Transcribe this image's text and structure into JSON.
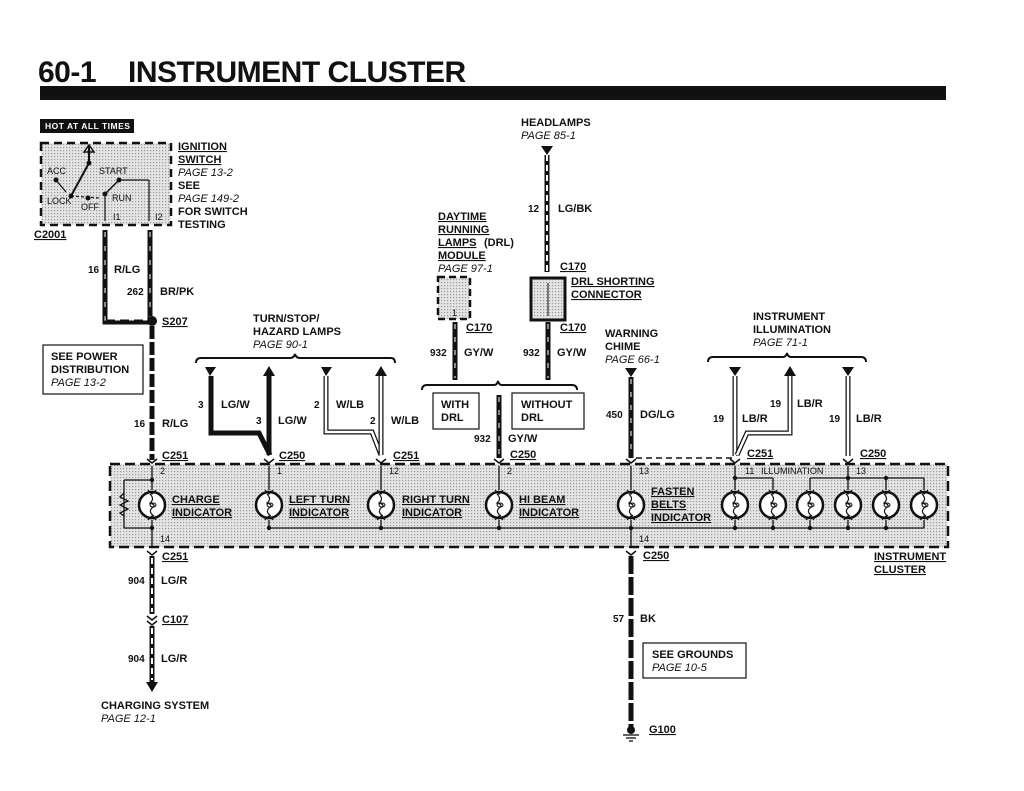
{
  "page": {
    "number": "60-1",
    "title": "INSTRUMENT CLUSTER"
  },
  "colors": {
    "ink": "#111111",
    "shade": "#d6d6d6",
    "paper": "#ffffff"
  },
  "hot_badge": "HOT AT ALL TIMES",
  "ignition": {
    "title1": "IGNITION",
    "title2": "SWITCH",
    "page": "PAGE 13-2",
    "see": "SEE",
    "see_page": "PAGE 149-2",
    "for1": "FOR SWITCH",
    "for2": "TESTING",
    "positions": {
      "acc": "ACC",
      "lock": "LOCK",
      "off": "OFF",
      "start": "START",
      "run": "RUN"
    },
    "terminals": {
      "i1": "I1",
      "i2": "I2"
    },
    "connector": "C2001"
  },
  "wires_left": {
    "w1": {
      "num": "16",
      "color": "R/LG"
    },
    "w2": {
      "num": "262",
      "color": "BR/PK"
    },
    "splice": "S207",
    "w3": {
      "num": "16",
      "color": "R/LG"
    },
    "connector_top": "C251"
  },
  "power_box": {
    "l1": "SEE POWER",
    "l2": "DISTRIBUTION",
    "l3": "PAGE 13-2"
  },
  "turn": {
    "l1": "TURN/STOP/",
    "l2": "HAZARD LAMPS",
    "page": "PAGE 90-1",
    "w1": {
      "num": "3",
      "color": "LG/W"
    },
    "w2": {
      "num": "3",
      "color": "LG/W"
    },
    "w3": {
      "num": "2",
      "color": "W/LB"
    },
    "w4": {
      "num": "2",
      "color": "W/LB"
    },
    "conn_left": "C250",
    "conn_right": "C251"
  },
  "headlamps": {
    "title": "HEADLAMPS",
    "page": "PAGE 85-1",
    "wire": {
      "num": "12",
      "color": "LG/BK"
    }
  },
  "drl": {
    "l1": "DAYTIME",
    "l2": "RUNNING",
    "l3": "LAMPS",
    "l3b": "(DRL)",
    "l4": "MODULE",
    "page": "PAGE 97-1",
    "pin": "1",
    "conn1": "C170",
    "conn2": "C170",
    "conn3": "C170",
    "short1": "DRL SHORTING",
    "short2": "CONNECTOR",
    "w1": {
      "num": "932",
      "color": "GY/W"
    },
    "w2": {
      "num": "932",
      "color": "GY/W"
    },
    "w3": {
      "num": "932",
      "color": "GY/W"
    },
    "with1": "WITH",
    "with2": "DRL",
    "without1": "WITHOUT",
    "without2": "DRL",
    "conn_bottom": "C250"
  },
  "chime": {
    "l1": "WARNING",
    "l2": "CHIME",
    "page": "PAGE 66-1",
    "wire": {
      "num": "450",
      "color": "DG/LG"
    }
  },
  "illum": {
    "l1": "INSTRUMENT",
    "l2": "ILLUMINATION",
    "page": "PAGE 71-1",
    "w1": {
      "num": "19",
      "color": "LB/R"
    },
    "w2": {
      "num": "19",
      "color": "LB/R"
    },
    "w3": {
      "num": "19",
      "color": "LB/R"
    },
    "conn_left": "C251",
    "conn_right": "C250",
    "label": "ILLUMINATION",
    "pin_left": "11",
    "pin_right": "13"
  },
  "cluster": {
    "l1": "INSTRUMENT",
    "l2": "CLUSTER",
    "indicators": [
      {
        "l1": "CHARGE",
        "l2": "INDICATOR",
        "pin_top": "2",
        "pin_bottom": "14"
      },
      {
        "l1": "LEFT TURN",
        "l2": "INDICATOR",
        "pin_top": "1"
      },
      {
        "l1": "RIGHT TURN",
        "l2": "INDICATOR",
        "pin_top": "12"
      },
      {
        "l1": "HI BEAM",
        "l2": "INDICATOR",
        "pin_top": "2"
      },
      {
        "l1": "FASTEN",
        "l2": "BELTS",
        "l3": "INDICATOR",
        "pin_top": "13",
        "pin_bottom": "14"
      }
    ]
  },
  "charging": {
    "conn1": "C251",
    "w1": {
      "num": "904",
      "color": "LG/R"
    },
    "conn2": "C107",
    "w2": {
      "num": "904",
      "color": "LG/R"
    },
    "title": "CHARGING SYSTEM",
    "page": "PAGE 12-1"
  },
  "ground": {
    "conn": "C250",
    "wire": {
      "num": "57",
      "color": "BK"
    },
    "box1": "SEE GROUNDS",
    "box2": "PAGE 10-5",
    "point": "G100"
  }
}
